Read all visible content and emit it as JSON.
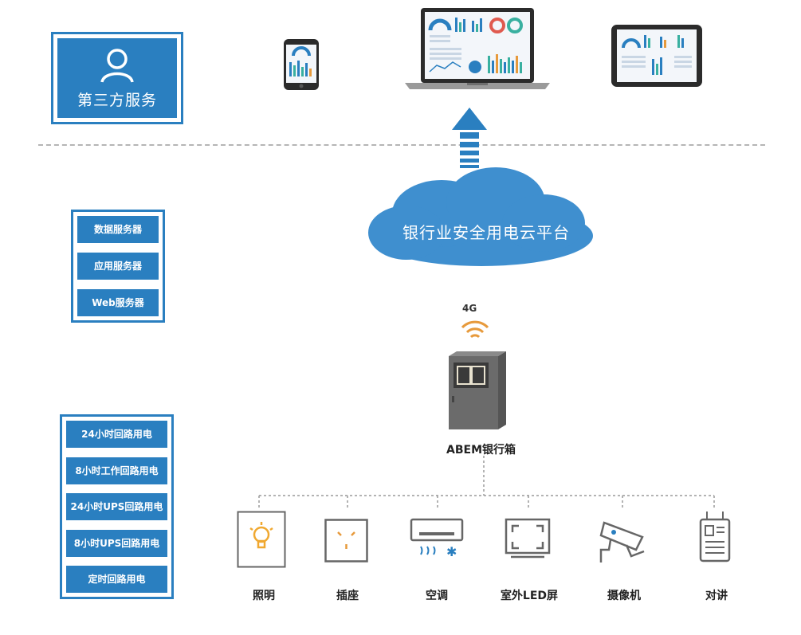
{
  "third_party": {
    "label": "第三方服务",
    "icon": "user-icon"
  },
  "servers": [
    {
      "label": "数据服务器"
    },
    {
      "label": "应用服务器"
    },
    {
      "label": "Web服务器"
    }
  ],
  "circuits": [
    {
      "label": "24小时回路用电"
    },
    {
      "label": "8小时工作回路用电"
    },
    {
      "label": "24小时UPS回路用电"
    },
    {
      "label": "8小时UPS回路用电"
    },
    {
      "label": "定时回路用电"
    }
  ],
  "cloud": {
    "label": "银行业安全用电云平台"
  },
  "signal": {
    "label": "4G",
    "icon": "wifi-signal-icon"
  },
  "cabinet": {
    "label": "ABEM银行箱"
  },
  "endpoints": [
    {
      "label": "照明",
      "icon": "light-bulb-icon"
    },
    {
      "label": "插座",
      "icon": "power-socket-icon"
    },
    {
      "label": "空调",
      "icon": "air-conditioner-icon"
    },
    {
      "label": "室外LED屏",
      "icon": "led-screen-icon"
    },
    {
      "label": "摄像机",
      "icon": "security-camera-icon"
    },
    {
      "label": "对讲",
      "icon": "intercom-icon"
    }
  ],
  "colors": {
    "primary": "#2a7fc0",
    "cloud": "#3f8fcf",
    "signal": "#e79a3c",
    "cabinet": "#6b6b6b"
  }
}
